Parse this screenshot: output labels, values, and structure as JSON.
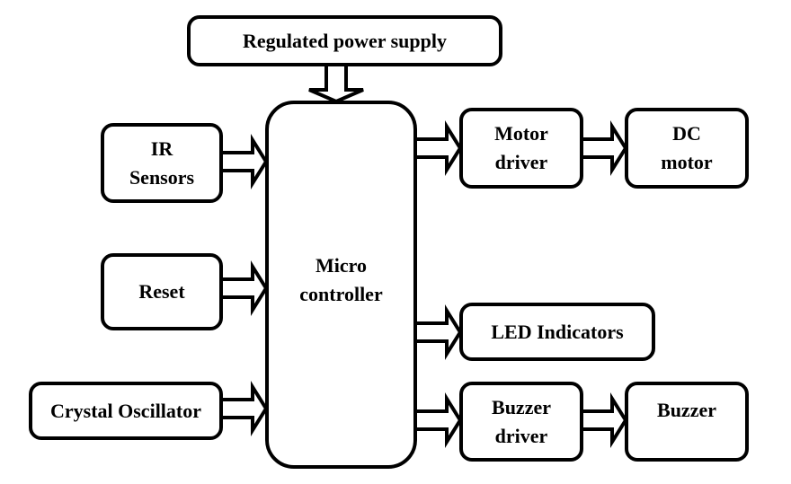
{
  "colors": {
    "stroke": "#000000",
    "background": "#ffffff"
  },
  "blocks": {
    "power": "Regulated power supply",
    "micro": "Micro\ncontroller",
    "ir": "IR\nSensors",
    "reset": "Reset",
    "crystal": "Crystal Oscillator",
    "motor_driver": "Motor\ndriver",
    "dc_motor": "DC\nmotor",
    "led": "LED Indicators",
    "buzzer_driver": "Buzzer\ndriver",
    "buzzer": "Buzzer"
  },
  "connections": [
    {
      "from": "power",
      "to": "micro"
    },
    {
      "from": "ir",
      "to": "micro"
    },
    {
      "from": "reset",
      "to": "micro"
    },
    {
      "from": "crystal",
      "to": "micro"
    },
    {
      "from": "micro",
      "to": "motor_driver"
    },
    {
      "from": "motor_driver",
      "to": "dc_motor"
    },
    {
      "from": "micro",
      "to": "led"
    },
    {
      "from": "micro",
      "to": "buzzer_driver"
    },
    {
      "from": "buzzer_driver",
      "to": "buzzer"
    }
  ]
}
